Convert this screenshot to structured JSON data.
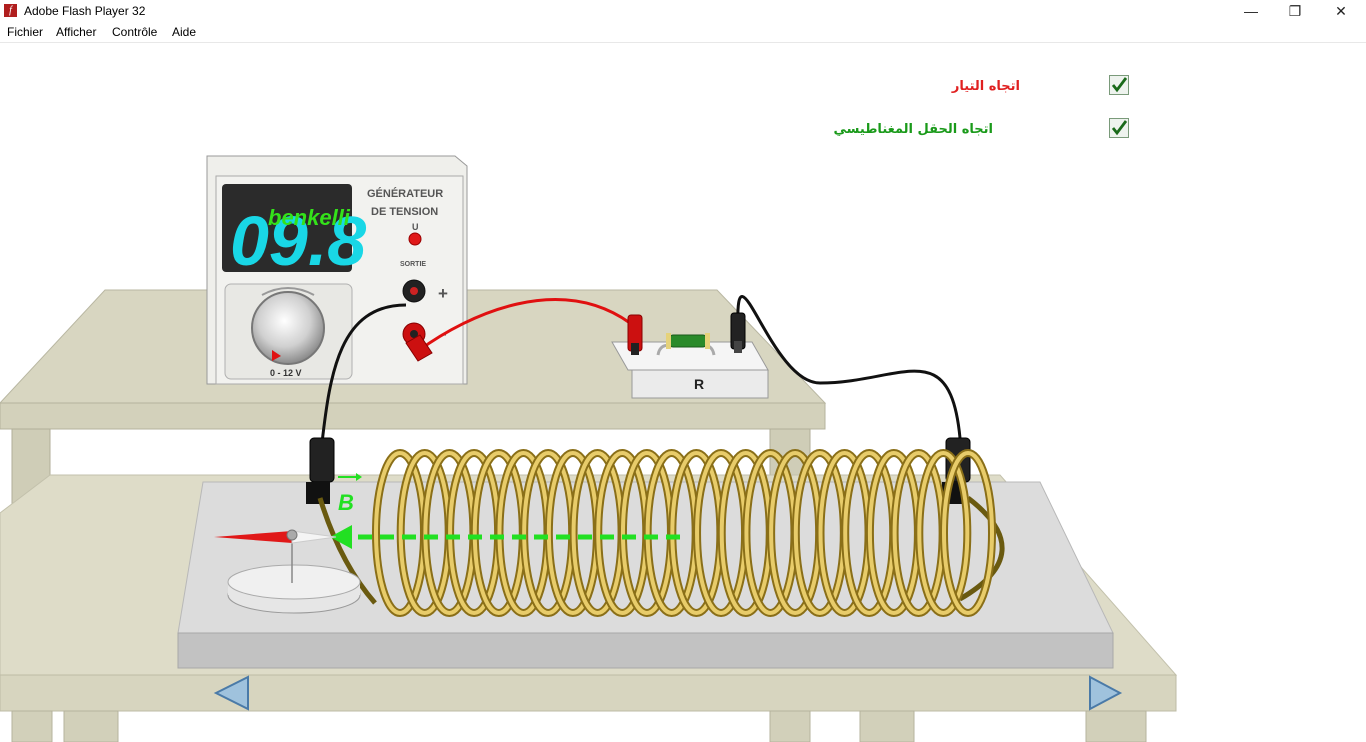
{
  "window": {
    "title": "Adobe Flash Player 32",
    "minimize_glyph": "—",
    "restore_glyph": "❐",
    "close_glyph": "✕"
  },
  "menu": {
    "items": [
      "Fichier",
      "Afficher",
      "Contrôle",
      "Aide"
    ]
  },
  "options": {
    "current_direction": {
      "label": "اتجاه التيار",
      "checked": true,
      "color": "#e02020"
    },
    "field_direction": {
      "label": "اتجاه الحقل المغناطيسي",
      "checked": true,
      "color": "#1a9a1a"
    }
  },
  "generator": {
    "title_line1": "GÉNÉRATEUR",
    "title_line2": "DE TENSION",
    "display_value": "09.8",
    "watermark": "benkelli",
    "u_label": "U",
    "sortie_label": "SORTIE",
    "plus_label": "+",
    "minus_label": "-",
    "range_label": "0 - 12 V",
    "display_color": "#19d7e6"
  },
  "resistor": {
    "label": "R"
  },
  "field": {
    "label": "B",
    "color": "#22e022"
  },
  "nav": {
    "prev_glyph": "◀",
    "next_glyph": "▶"
  }
}
